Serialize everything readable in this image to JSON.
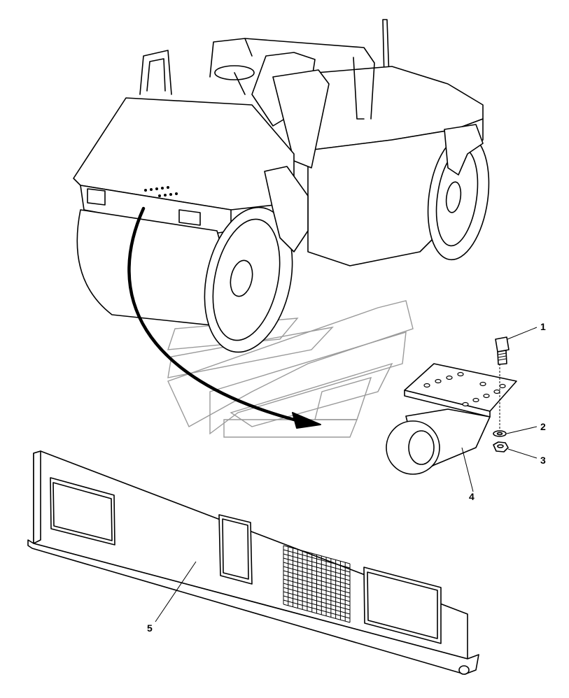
{
  "figure": {
    "callouts": [
      {
        "id": "callout-1",
        "label": "1"
      },
      {
        "id": "callout-2",
        "label": "2"
      },
      {
        "id": "callout-3",
        "label": "3"
      },
      {
        "id": "callout-4",
        "label": "4"
      },
      {
        "id": "callout-5",
        "label": "5"
      }
    ],
    "colors": {
      "line": "#000000",
      "background": "#ffffff",
      "watermark": "#9a9a9a"
    }
  }
}
